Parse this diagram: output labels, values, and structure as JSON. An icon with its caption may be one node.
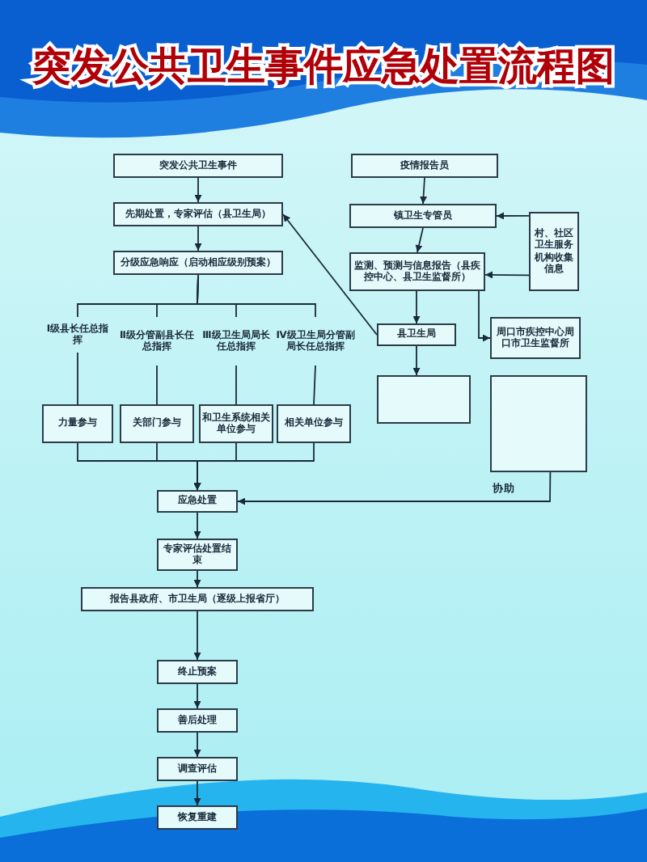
{
  "diagram": {
    "title": "突发公共卫生事件应急处置流程图",
    "nodes": [
      {
        "text": [
          "突发公共卫生事件"
        ]
      },
      {
        "text": [
          "先期处置，专家评估（县卫生局）"
        ]
      },
      {
        "text": [
          "分级应急响应（启动相应级别预案）"
        ]
      },
      {
        "text": [
          "Ⅰ级县长任总指挥"
        ]
      },
      {
        "text": [
          "Ⅱ级分管副县长任总指挥"
        ]
      },
      {
        "text": [
          "Ⅲ级卫生局局长任总指挥"
        ]
      },
      {
        "text": [
          "Ⅳ级卫生局分管副局长任总指挥"
        ]
      },
      {
        "text": [
          "力量参与"
        ]
      },
      {
        "text": [
          "关部门参与"
        ]
      },
      {
        "text": [
          "和卫生系统相关单位参与"
        ]
      },
      {
        "text": [
          "相关单位参与"
        ]
      },
      {
        "text": [
          "应急处置"
        ]
      },
      {
        "text": [
          "专家评估处置结束"
        ]
      },
      {
        "text": [
          "报告县政府、市卫生局（逐级上报省厅）"
        ]
      },
      {
        "text": [
          "终止预案"
        ]
      },
      {
        "text": [
          "善后处理"
        ]
      },
      {
        "text": [
          "调查评估"
        ]
      },
      {
        "text": [
          "恢复重建"
        ]
      },
      {
        "text": [
          "疫情报告员"
        ]
      },
      {
        "text": [
          "镇卫生专管员"
        ]
      },
      {
        "text": [
          "监测、预测与信息报告（县疾控中心、县卫生监督所）"
        ]
      },
      {
        "text": [
          "村、社区卫生服务机构收集信息"
        ]
      },
      {
        "text": [
          "县卫生局"
        ]
      },
      {
        "text": [
          "周口市疾控中心周口市卫生监督所"
        ]
      },
      {
        "text": [],
        "shape": "box"
      },
      {
        "text": [],
        "shape": "box"
      }
    ],
    "edges": [
      {
        "from": 0,
        "to": 1,
        "arrow": "to"
      },
      {
        "from": 1,
        "to": 2,
        "arrow": "to"
      },
      {
        "from": 2,
        "to": 3,
        "arrow": "none"
      },
      {
        "from": 2,
        "to": 4,
        "arrow": "none"
      },
      {
        "from": 2,
        "to": 5,
        "arrow": "none"
      },
      {
        "from": 2,
        "to": 6,
        "arrow": "none"
      },
      {
        "from": 3,
        "to": 7,
        "arrow": "none"
      },
      {
        "from": 4,
        "to": 8,
        "arrow": "none"
      },
      {
        "from": 5,
        "to": 9,
        "arrow": "none"
      },
      {
        "from": 6,
        "to": 10,
        "arrow": "none"
      },
      {
        "from": 7,
        "to": 11,
        "arrow": "to"
      },
      {
        "from": 8,
        "to": 11,
        "arrow": "to"
      },
      {
        "from": 9,
        "to": 11,
        "arrow": "to"
      },
      {
        "from": 10,
        "to": 11,
        "arrow": "to"
      },
      {
        "from": 11,
        "to": 12,
        "arrow": "to"
      },
      {
        "from": 12,
        "to": 13,
        "arrow": "to"
      },
      {
        "from": 13,
        "to": 14,
        "arrow": "to"
      },
      {
        "from": 14,
        "to": 15,
        "arrow": "to"
      },
      {
        "from": 15,
        "to": 16,
        "arrow": "to"
      },
      {
        "from": 16,
        "to": 17,
        "arrow": "to"
      },
      {
        "from": 18,
        "to": 19,
        "arrow": "to"
      },
      {
        "from": 21,
        "to": 19,
        "arrow": "to"
      },
      {
        "from": 21,
        "to": 20,
        "arrow": "to"
      },
      {
        "from": 19,
        "to": 20,
        "arrow": "to"
      },
      {
        "from": 20,
        "to": 22,
        "arrow": "to"
      },
      {
        "from": 20,
        "to": 23,
        "arrow": "to"
      },
      {
        "from": 22,
        "to": 1,
        "arrow": "to"
      },
      {
        "from": 22,
        "to": 24,
        "arrow": "to"
      },
      {
        "from": 25,
        "to": 11,
        "arrow": "to",
        "label": "协助"
      }
    ]
  }
}
